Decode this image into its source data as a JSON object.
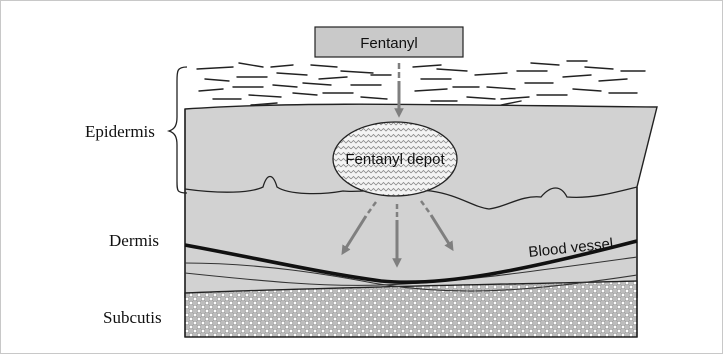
{
  "drug_box_label": "Fentanyl",
  "depot_label": "Fentanyl depot",
  "blood_vessel_label": "Blood vessel",
  "layer_labels": {
    "epidermis": "Epidermis",
    "dermis": "Dermis",
    "subcutis": "Subcutis"
  },
  "colors": {
    "tissue": "#d2d2d2",
    "box": "#c9c9c9",
    "arrow": "#7f7f7f",
    "line": "#222222",
    "subcutis_dots": "#ffffff",
    "subcutis_bg": "#bdbdbd"
  }
}
